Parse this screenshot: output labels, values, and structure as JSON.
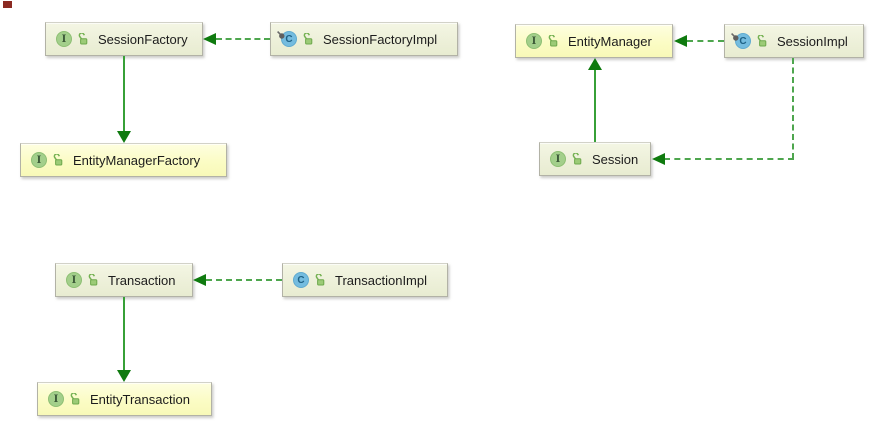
{
  "icons": {
    "interface_letter": "I",
    "class_letter": "C"
  },
  "colors": {
    "node_cream_fill": "#edf0d9",
    "node_yellow_fill": "#fbfcc5",
    "node_border": "#b2b2a6",
    "interface_icon_green": "#a3cf8b",
    "class_icon_blue": "#74bcdf",
    "lock_icon_green": "#74b152",
    "edge_solid_green": "#37a037",
    "edge_dashed_green": "#4ea64e",
    "arrowhead_green": "#0f7a0f",
    "corner_marker_red": "#8b2a22",
    "label_text": "#1c1c1c"
  },
  "nodes": [
    {
      "label": "SessionFactory",
      "kind": "interface",
      "style": "cream",
      "pinned": false
    },
    {
      "label": "SessionFactoryImpl",
      "kind": "class",
      "style": "cream",
      "pinned": true
    },
    {
      "label": "EntityManagerFactory",
      "kind": "interface",
      "style": "yellow",
      "pinned": false
    },
    {
      "label": "EntityManager",
      "kind": "interface",
      "style": "yellow",
      "pinned": false
    },
    {
      "label": "SessionImpl",
      "kind": "class",
      "style": "cream",
      "pinned": true
    },
    {
      "label": "Session",
      "kind": "interface",
      "style": "cream",
      "pinned": false
    },
    {
      "label": "Transaction",
      "kind": "interface",
      "style": "cream",
      "pinned": false
    },
    {
      "label": "TransactionImpl",
      "kind": "class",
      "style": "cream",
      "pinned": false
    },
    {
      "label": "EntityTransaction",
      "kind": "interface",
      "style": "yellow",
      "pinned": false
    }
  ],
  "edges": [
    {
      "from": "SessionFactoryImpl",
      "to": "SessionFactory",
      "line": "dashed",
      "direction": "left"
    },
    {
      "from": "SessionFactory",
      "to": "EntityManagerFactory",
      "line": "solid",
      "direction": "down"
    },
    {
      "from": "SessionImpl",
      "to": "EntityManager",
      "line": "dashed",
      "direction": "left"
    },
    {
      "from": "Session",
      "to": "EntityManager",
      "line": "solid",
      "direction": "up"
    },
    {
      "from": "SessionImpl",
      "to": "Session",
      "line": "dashed",
      "direction": "down-then-left"
    },
    {
      "from": "TransactionImpl",
      "to": "Transaction",
      "line": "dashed",
      "direction": "left"
    },
    {
      "from": "Transaction",
      "to": "EntityTransaction",
      "line": "solid",
      "direction": "down"
    }
  ]
}
